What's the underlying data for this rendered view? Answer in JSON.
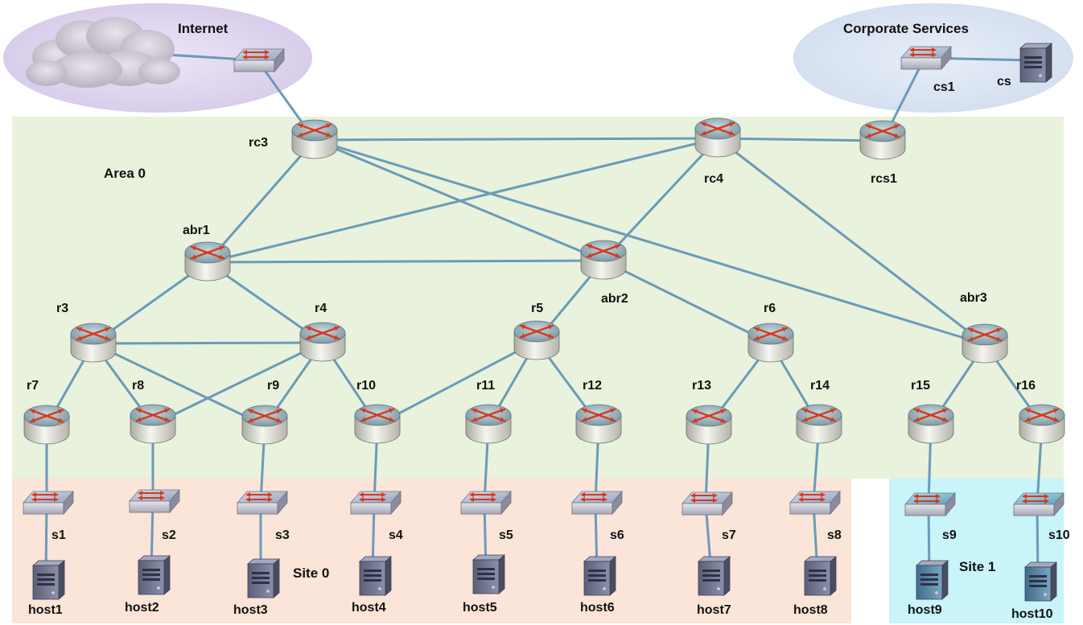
{
  "zones": {
    "internet": "Internet",
    "corporate": "Corporate Services",
    "area0": "Area 0",
    "site0": "Site 0",
    "site1": "Site 1"
  },
  "nodes": {
    "cloud": {
      "type": "cloud"
    },
    "isw": {
      "type": "switch"
    },
    "cs1": {
      "type": "switch",
      "label": "cs1"
    },
    "cs": {
      "type": "server",
      "label": "cs"
    },
    "rc3": {
      "type": "router",
      "label": "rc3"
    },
    "rc4": {
      "type": "router",
      "label": "rc4"
    },
    "rcs1": {
      "type": "router",
      "label": "rcs1"
    },
    "abr1": {
      "type": "router",
      "label": "abr1"
    },
    "abr2": {
      "type": "router",
      "label": "abr2"
    },
    "abr3": {
      "type": "router",
      "label": "abr3"
    },
    "r3": {
      "type": "router",
      "label": "r3"
    },
    "r4": {
      "type": "router",
      "label": "r4"
    },
    "r5": {
      "type": "router",
      "label": "r5"
    },
    "r6": {
      "type": "router",
      "label": "r6"
    },
    "r7": {
      "type": "router",
      "label": "r7"
    },
    "r8": {
      "type": "router",
      "label": "r8"
    },
    "r9": {
      "type": "router",
      "label": "r9"
    },
    "r10": {
      "type": "router",
      "label": "r10"
    },
    "r11": {
      "type": "router",
      "label": "r11"
    },
    "r12": {
      "type": "router",
      "label": "r12"
    },
    "r13": {
      "type": "router",
      "label": "r13"
    },
    "r14": {
      "type": "router",
      "label": "r14"
    },
    "r15": {
      "type": "router",
      "label": "r15"
    },
    "r16": {
      "type": "router",
      "label": "r16"
    },
    "s1": {
      "type": "switch",
      "label": "s1"
    },
    "s2": {
      "type": "switch",
      "label": "s2"
    },
    "s3": {
      "type": "switch",
      "label": "s3"
    },
    "s4": {
      "type": "switch",
      "label": "s4"
    },
    "s5": {
      "type": "switch",
      "label": "s5"
    },
    "s6": {
      "type": "switch",
      "label": "s6"
    },
    "s7": {
      "type": "switch",
      "label": "s7"
    },
    "s8": {
      "type": "switch",
      "label": "s8"
    },
    "s9": {
      "type": "switch",
      "label": "s9",
      "variant": "site1"
    },
    "s10": {
      "type": "switch",
      "label": "s10",
      "variant": "site1"
    },
    "host1": {
      "type": "server",
      "label": "host1"
    },
    "host2": {
      "type": "server",
      "label": "host2"
    },
    "host3": {
      "type": "server",
      "label": "host3"
    },
    "host4": {
      "type": "server",
      "label": "host4"
    },
    "host5": {
      "type": "server",
      "label": "host5"
    },
    "host6": {
      "type": "server",
      "label": "host6"
    },
    "host7": {
      "type": "server",
      "label": "host7"
    },
    "host8": {
      "type": "server",
      "label": "host8"
    },
    "host9": {
      "type": "server",
      "label": "host9",
      "variant": "site1"
    },
    "host10": {
      "type": "server",
      "label": "host10",
      "variant": "site1"
    }
  },
  "links": [
    [
      "cloud",
      "isw"
    ],
    [
      "isw",
      "rc3"
    ],
    [
      "cs1",
      "cs"
    ],
    [
      "cs1",
      "rcs1"
    ],
    [
      "rc3",
      "rc4"
    ],
    [
      "rc4",
      "rcs1"
    ],
    [
      "rc3",
      "abr1"
    ],
    [
      "rc3",
      "abr2"
    ],
    [
      "rc3",
      "abr3"
    ],
    [
      "rc4",
      "abr1"
    ],
    [
      "rc4",
      "abr2"
    ],
    [
      "rc4",
      "abr3"
    ],
    [
      "abr1",
      "abr2"
    ],
    [
      "abr1",
      "r3"
    ],
    [
      "abr1",
      "r4"
    ],
    [
      "r3",
      "r4"
    ],
    [
      "r3",
      "r7"
    ],
    [
      "r3",
      "r8"
    ],
    [
      "r3",
      "r9"
    ],
    [
      "r4",
      "r8"
    ],
    [
      "r4",
      "r9"
    ],
    [
      "r4",
      "r10"
    ],
    [
      "abr2",
      "r5"
    ],
    [
      "abr2",
      "r6"
    ],
    [
      "r5",
      "r10"
    ],
    [
      "r5",
      "r11"
    ],
    [
      "r5",
      "r12"
    ],
    [
      "r6",
      "r13"
    ],
    [
      "r6",
      "r14"
    ],
    [
      "abr3",
      "r15"
    ],
    [
      "abr3",
      "r16"
    ],
    [
      "r7",
      "s1"
    ],
    [
      "r8",
      "s2"
    ],
    [
      "r9",
      "s3"
    ],
    [
      "r10",
      "s4"
    ],
    [
      "r11",
      "s5"
    ],
    [
      "r12",
      "s6"
    ],
    [
      "r13",
      "s7"
    ],
    [
      "r14",
      "s8"
    ],
    [
      "r15",
      "s9"
    ],
    [
      "r16",
      "s10"
    ],
    [
      "s1",
      "host1"
    ],
    [
      "s2",
      "host2"
    ],
    [
      "s3",
      "host3"
    ],
    [
      "s4",
      "host4"
    ],
    [
      "s5",
      "host5"
    ],
    [
      "s6",
      "host6"
    ],
    [
      "s7",
      "host7"
    ],
    [
      "s8",
      "host8"
    ],
    [
      "s9",
      "host9"
    ],
    [
      "s10",
      "host10"
    ]
  ],
  "colors": {
    "link": "#6a9bb8",
    "area0": "#e8f2dc",
    "site0": "#fbe4d8",
    "site1": "#c8f4fa",
    "internet": "#ddd2ee",
    "corporate": "#d8e4f4",
    "arrow": "#d8391c"
  }
}
